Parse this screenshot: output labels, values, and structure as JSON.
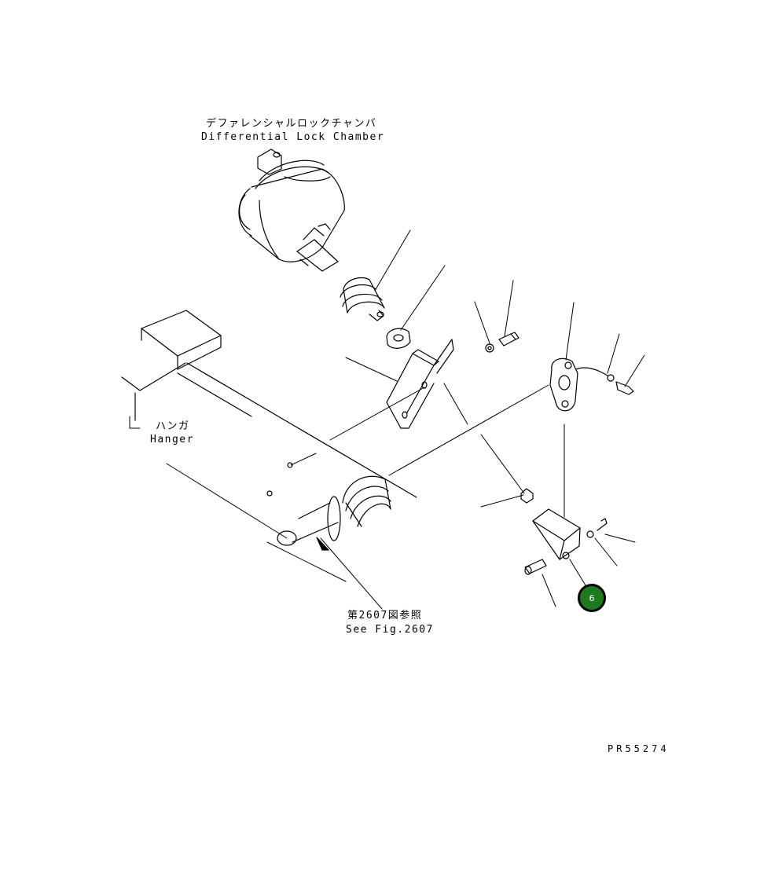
{
  "diagram": {
    "differential_lock_chamber_jp": "デファレンシャルロックチャンバ",
    "differential_lock_chamber_en": "Differential Lock Chamber",
    "hanger_jp": "ハンガ",
    "hanger_en": "Hanger",
    "see_fig_jp": "第2607図参照",
    "see_fig_en": "See Fig.2607",
    "drawing_number": "PR55274",
    "callout_6": "6",
    "callout_color": "#1f7a1f"
  }
}
